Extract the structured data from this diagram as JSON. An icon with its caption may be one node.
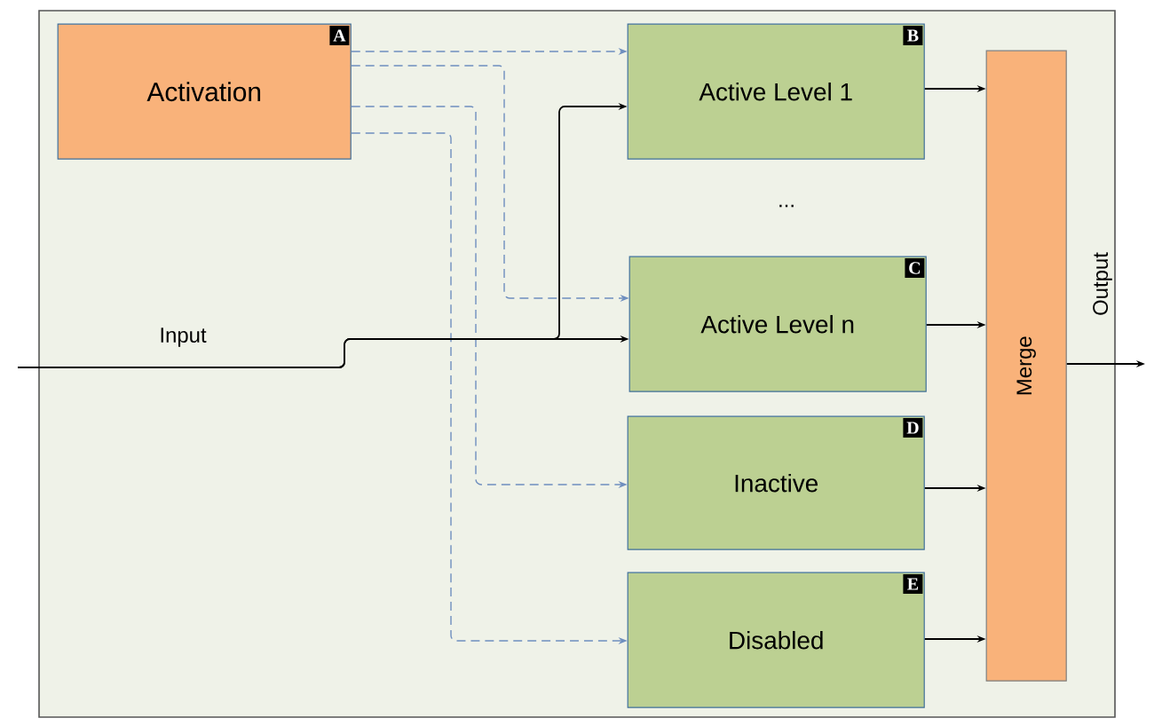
{
  "diagram": {
    "nodes": [
      {
        "text": [],
        "shape": "box"
      },
      {
        "text": [
          "Activation",
          "A"
        ],
        "in": 0
      },
      {
        "text": [
          "Active Level 1",
          "B"
        ],
        "in": 0
      },
      {
        "text": [
          "Active Level n",
          "C"
        ],
        "in": 0
      },
      {
        "text": [
          "Inactive",
          "D"
        ],
        "in": 0
      },
      {
        "text": [
          "Disabled",
          "E"
        ],
        "in": 0
      },
      {
        "text": [
          "Merge"
        ],
        "in": 0
      }
    ],
    "edges": [
      {
        "from": 1,
        "to": 2,
        "arrow": "to",
        "style": "dashed",
        "color": "#6f8fbf"
      },
      {
        "from": 1,
        "to": 3,
        "arrow": "to",
        "style": "dashed",
        "color": "#6f8fbf"
      },
      {
        "from": 1,
        "to": 4,
        "arrow": "to",
        "style": "dashed",
        "color": "#6f8fbf"
      },
      {
        "from": 1,
        "to": 5,
        "arrow": "to",
        "style": "dashed",
        "color": "#6f8fbf"
      },
      {
        "from": null,
        "to": 3,
        "arrow": "to",
        "label": "Input"
      },
      {
        "from": null,
        "to": 2,
        "arrow": "to"
      },
      {
        "from": 2,
        "to": 6,
        "arrow": "to"
      },
      {
        "from": 3,
        "to": 6,
        "arrow": "to"
      },
      {
        "from": 4,
        "to": 6,
        "arrow": "to"
      },
      {
        "from": 5,
        "to": 6,
        "arrow": "to"
      },
      {
        "from": 6,
        "to": null,
        "arrow": "to",
        "label": "Output"
      }
    ],
    "labels": [
      "..."
    ]
  }
}
